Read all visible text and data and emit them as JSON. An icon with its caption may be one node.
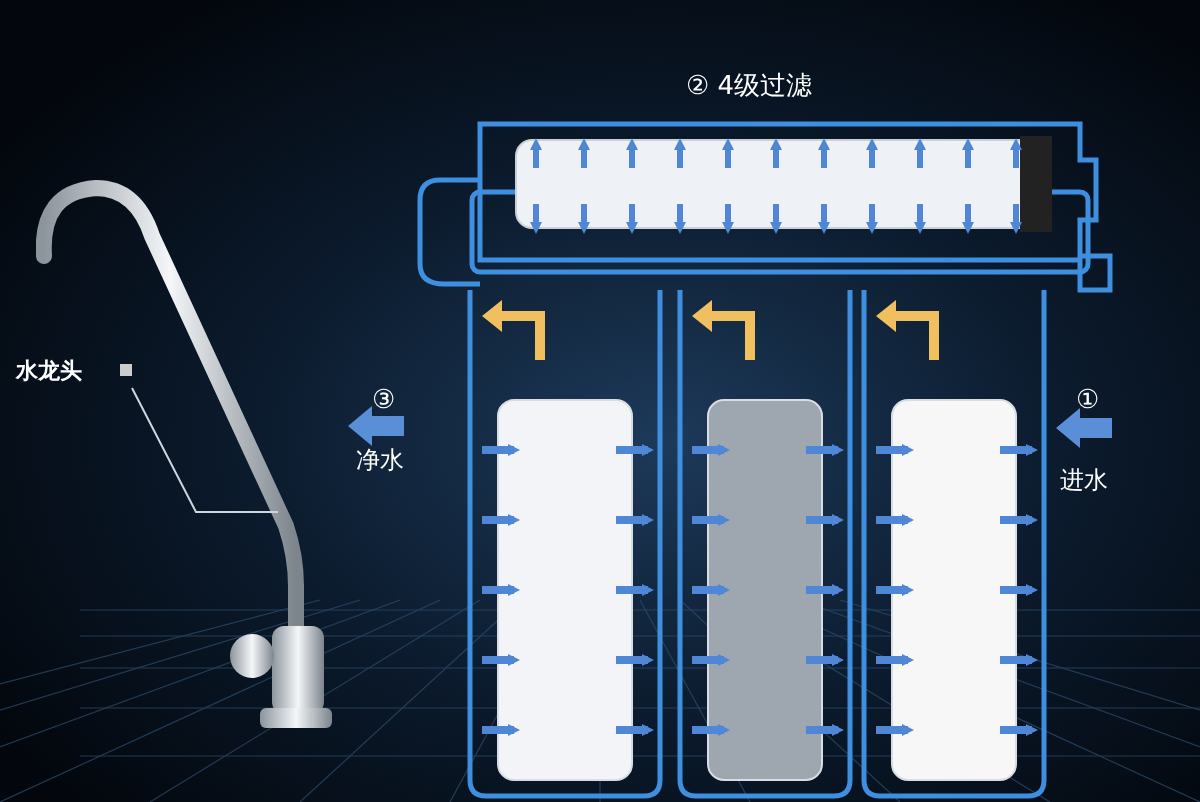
{
  "diagram": {
    "nodes": [
      {
        "text": [
          "水龙头"
        ]
      },
      {
        "text": [],
        "shape": "picture"
      }
    ],
    "edges": [
      {
        "from": 0,
        "to": 1,
        "arrow": "none"
      }
    ],
    "labels": [
      "② 4级过滤",
      "③",
      "净水",
      "①",
      "进水"
    ]
  }
}
